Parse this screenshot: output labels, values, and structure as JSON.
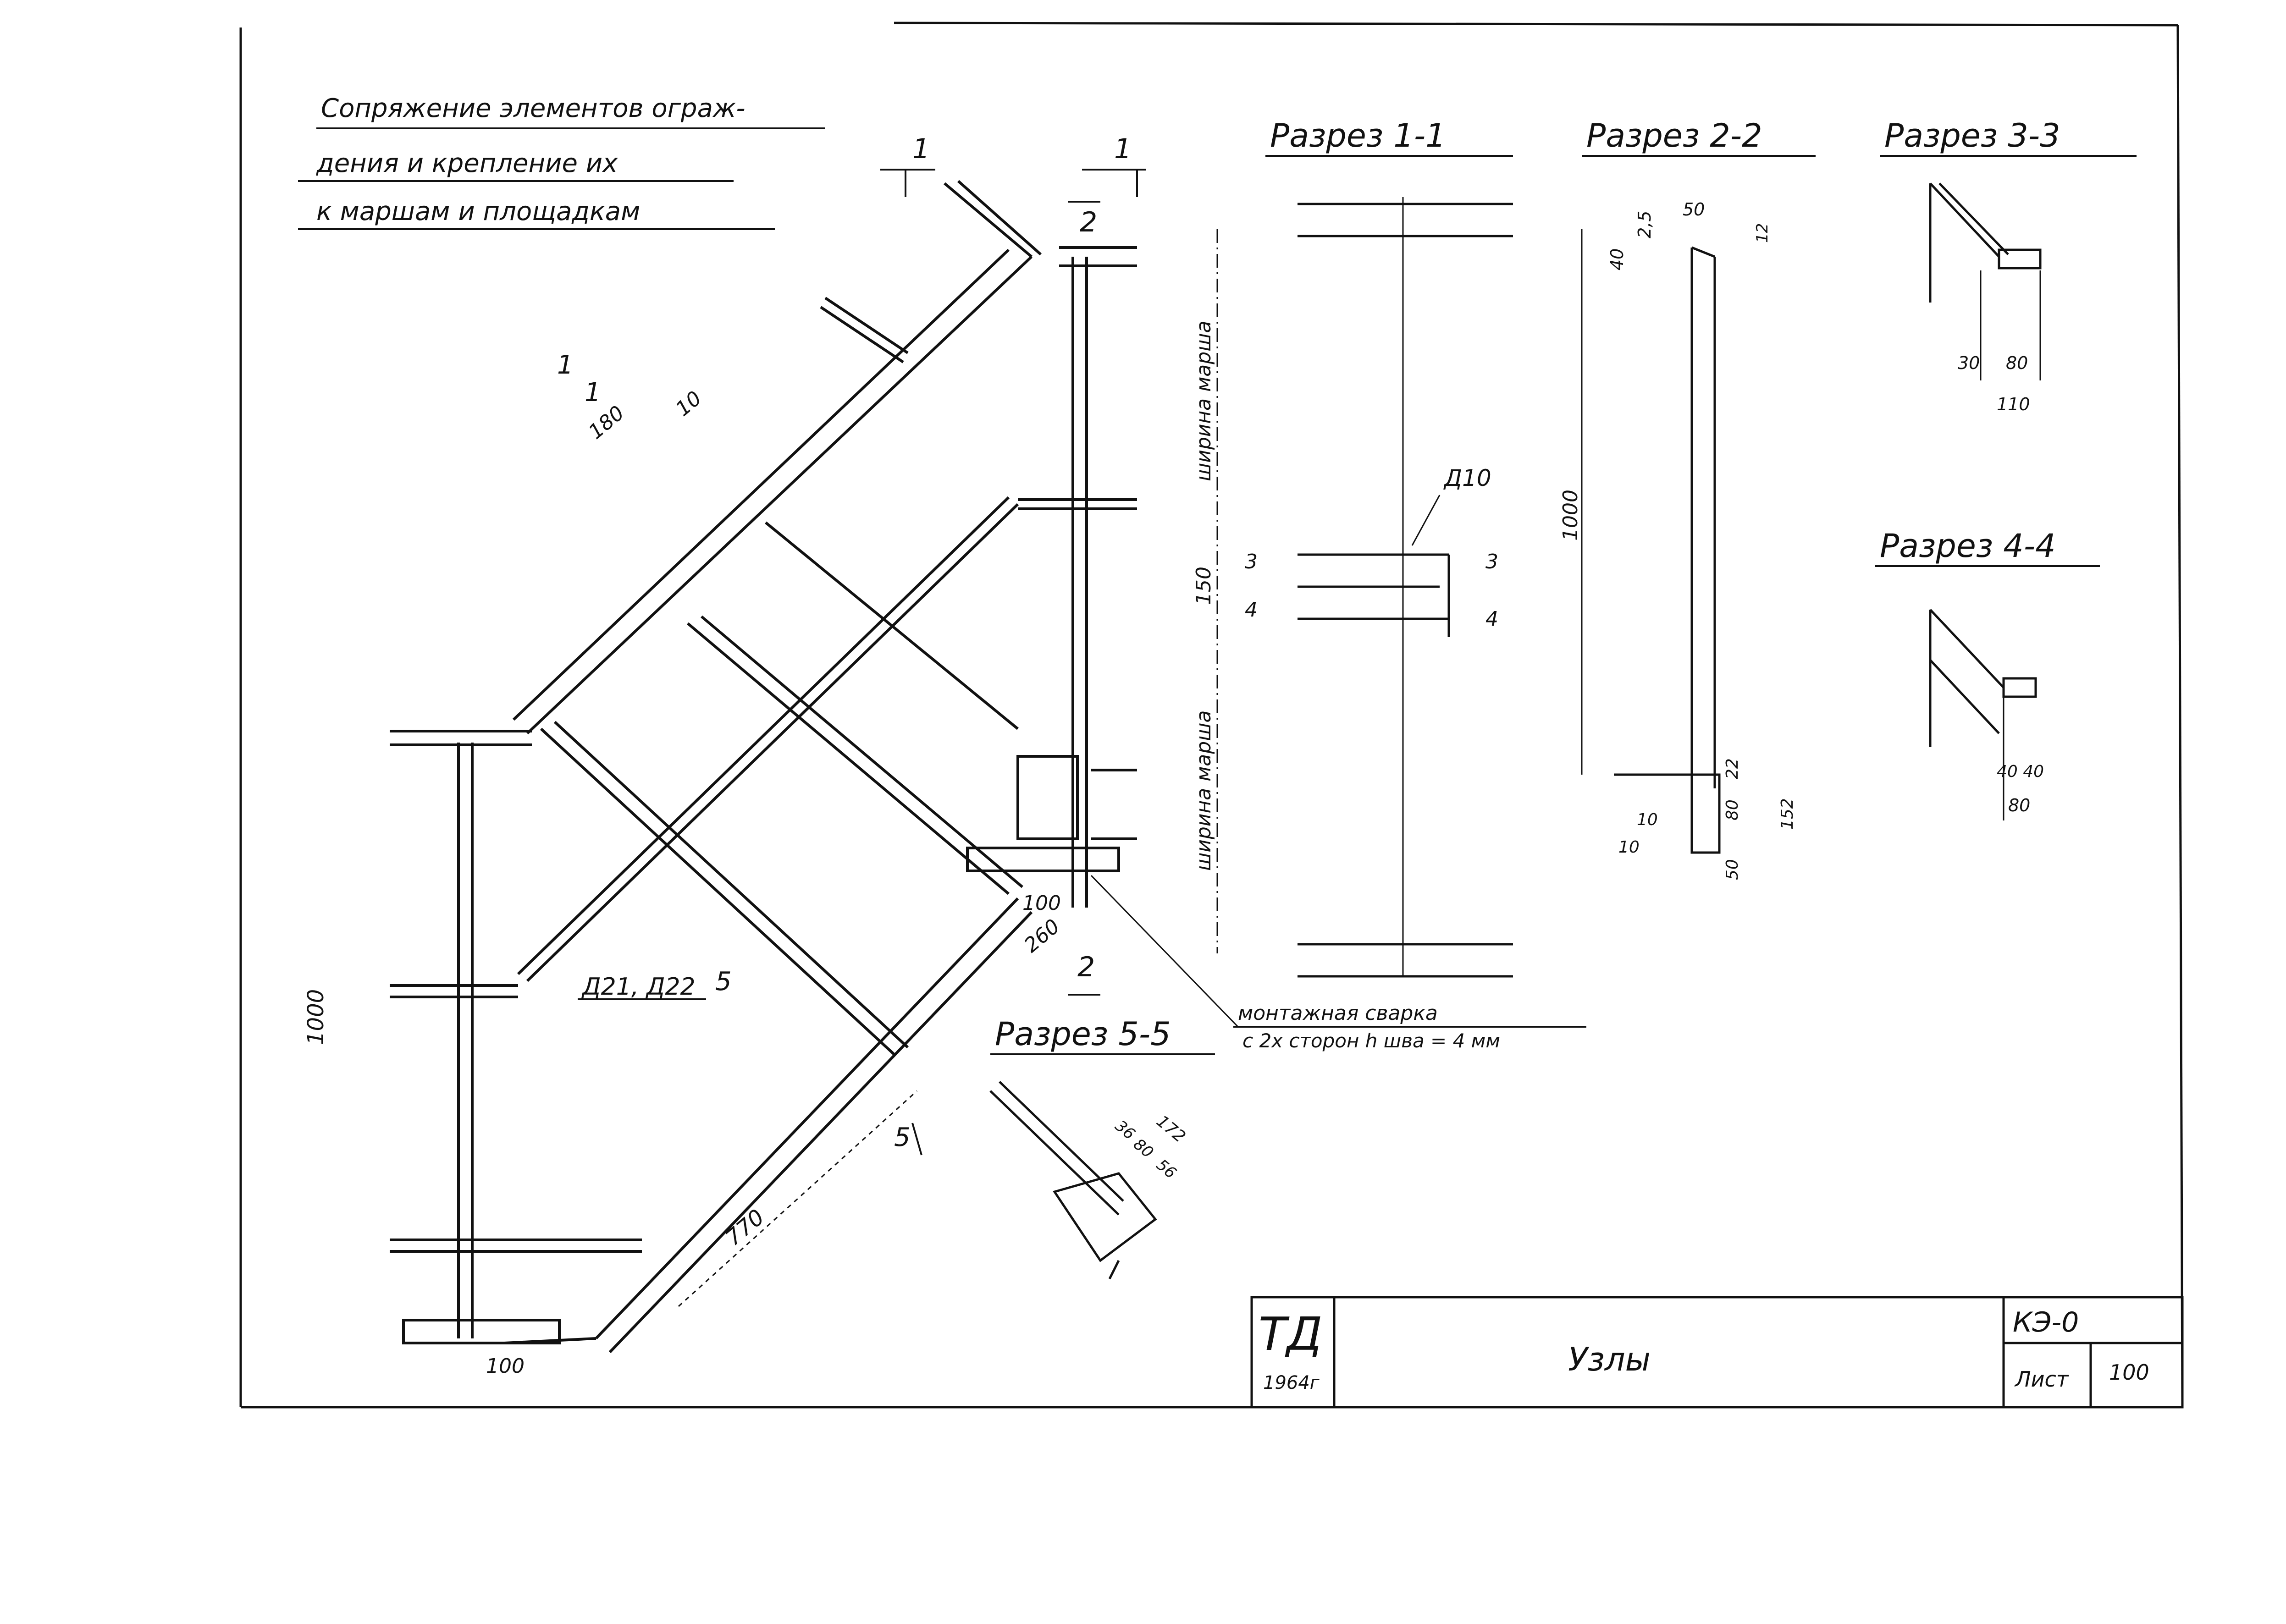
{
  "heading": {
    "line1": "Сопряжение элементов ограж-",
    "line2": "дения и крепление их",
    "line3": "к маршам и площадкам"
  },
  "sections": {
    "s11": "Разрез 1-1",
    "s22": "Разрез 2-2",
    "s33": "Разрез 3-3",
    "s44": "Разрез 4-4",
    "s55": "Разрез 5-5"
  },
  "marks": {
    "one": "1",
    "two": "2",
    "three": "3",
    "four": "4",
    "five": "5"
  },
  "dims": {
    "d1000": "1000",
    "d180": "180",
    "d10": "10",
    "d100": "100",
    "d260": "260",
    "d770": "770",
    "d150": "150",
    "d2_5": "2,5",
    "d50": "50",
    "d12": "12",
    "d40": "40",
    "d22": "22",
    "d80": "80",
    "d152": "152",
    "d30": "30",
    "d110": "110",
    "d40_40": "40 40",
    "d172": "172",
    "d36": "36",
    "d56": "56"
  },
  "labels": {
    "march_width": "ширина марша",
    "d10_part": "Д10",
    "d21_d22": "Д21, Д22",
    "weld_line1": "монтажная сварка",
    "weld_line2": "с 2х сторон h шва = 4 мм"
  },
  "titleblock": {
    "org": "ТД",
    "year": "1964г",
    "title": "Узлы",
    "code": "КЭ-0",
    "sheet_label": "Лист",
    "sheet_no": "100"
  }
}
